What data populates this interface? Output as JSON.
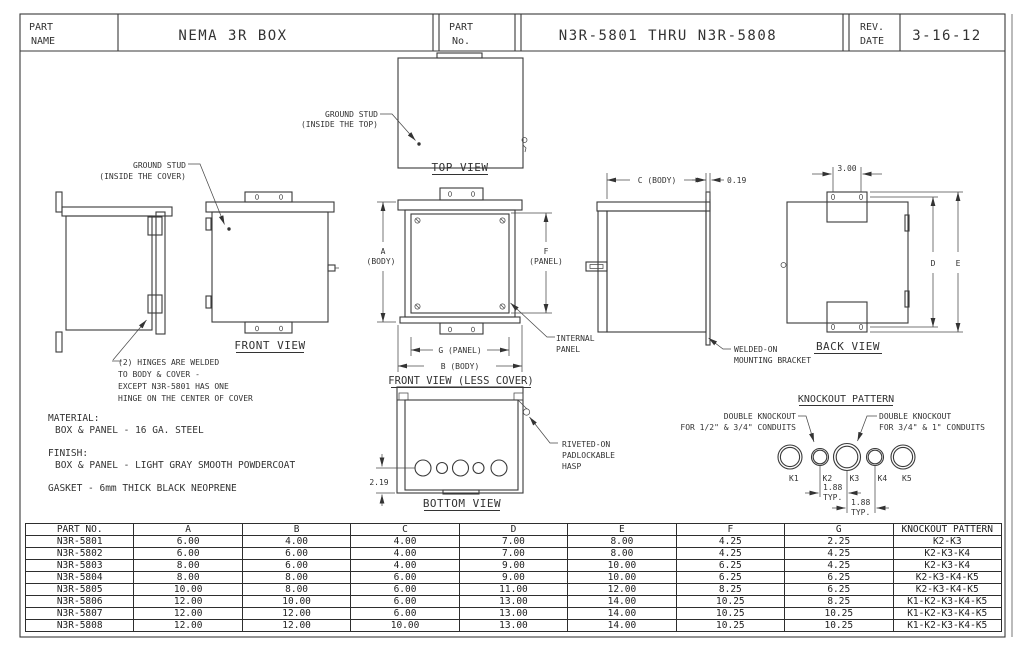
{
  "title_block": {
    "part_name_label": [
      "PART",
      "NAME"
    ],
    "part_name": "NEMA 3R BOX",
    "part_no_label": [
      "PART",
      "No."
    ],
    "part_no": "N3R-5801   THRU   N3R-5808",
    "rev_date_label": [
      "REV.",
      "DATE"
    ],
    "rev_date": "3-16-12"
  },
  "notes": {
    "material_title": "MATERIAL:",
    "material_body": "BOX & PANEL - 16 GA. STEEL",
    "finish_title": "FINISH:",
    "finish_body": "BOX & PANEL - LIGHT GRAY SMOOTH POWDERCOAT",
    "gasket": "GASKET - 6mm THICK BLACK NEOPRENE"
  },
  "views": {
    "top": {
      "label": "TOP VIEW",
      "ground_stud": [
        "GROUND STUD",
        "(INSIDE THE TOP)"
      ]
    },
    "front": {
      "label": "FRONT VIEW",
      "ground_stud": [
        "GROUND STUD",
        "(INSIDE THE COVER)"
      ],
      "hinge_note": [
        "(2) HINGES ARE WELDED",
        "TO BODY & COVER -",
        "EXCEPT N3R-5801 HAS ONE",
        "HINGE ON THE CENTER OF COVER"
      ]
    },
    "front_less_cover": {
      "label": "FRONT VIEW (LESS COVER)",
      "dim_a": [
        "A",
        "(BODY)"
      ],
      "dim_f": [
        "F",
        "(PANEL)"
      ],
      "dim_g": "G  (PANEL)",
      "dim_b": "B  (BODY)",
      "internal_panel": [
        "INTERNAL",
        "PANEL"
      ]
    },
    "side": {
      "dim_c": "C  (BODY)",
      "dim_thk": "0.19",
      "bracket_note": [
        "WELDED-ON",
        "MOUNTING BRACKET"
      ]
    },
    "back": {
      "label": "BACK VIEW",
      "dim_span": "3.00",
      "dim_d": "D",
      "dim_e": "E"
    },
    "bottom": {
      "label": "BOTTOM VIEW",
      "dim_219": "2.19",
      "hasp_note": [
        "RIVETED-ON",
        "PADLOCKABLE",
        "HASP"
      ]
    },
    "knockout": {
      "title": "KNOCKOUT PATTERN",
      "left_note": [
        "DOUBLE KNOCKOUT",
        "FOR 1/2\" & 3/4\" CONDUITS"
      ],
      "right_note": [
        "DOUBLE KNOCKOUT",
        "FOR 3/4\" & 1\" CONDUITS"
      ],
      "labels": [
        "K1",
        "K2",
        "K3",
        "K4",
        "K5"
      ],
      "spacing": "1.88",
      "typ": "TYP."
    }
  },
  "table": {
    "headers": [
      "PART NO.",
      "A",
      "B",
      "C",
      "D",
      "E",
      "F",
      "G",
      "KNOCKOUT PATTERN"
    ],
    "rows": [
      [
        "N3R-5801",
        "6.00",
        "4.00",
        "4.00",
        "7.00",
        "8.00",
        "4.25",
        "2.25",
        "K2-K3"
      ],
      [
        "N3R-5802",
        "6.00",
        "6.00",
        "4.00",
        "7.00",
        "8.00",
        "4.25",
        "4.25",
        "K2-K3-K4"
      ],
      [
        "N3R-5803",
        "8.00",
        "6.00",
        "4.00",
        "9.00",
        "10.00",
        "6.25",
        "4.25",
        "K2-K3-K4"
      ],
      [
        "N3R-5804",
        "8.00",
        "8.00",
        "6.00",
        "9.00",
        "10.00",
        "6.25",
        "6.25",
        "K2-K3-K4-K5"
      ],
      [
        "N3R-5805",
        "10.00",
        "8.00",
        "6.00",
        "11.00",
        "12.00",
        "8.25",
        "6.25",
        "K2-K3-K4-K5"
      ],
      [
        "N3R-5806",
        "12.00",
        "10.00",
        "6.00",
        "13.00",
        "14.00",
        "10.25",
        "8.25",
        "K1-K2-K3-K4-K5"
      ],
      [
        "N3R-5807",
        "12.00",
        "12.00",
        "6.00",
        "13.00",
        "14.00",
        "10.25",
        "10.25",
        "K1-K2-K3-K4-K5"
      ],
      [
        "N3R-5808",
        "12.00",
        "12.00",
        "10.00",
        "13.00",
        "14.00",
        "10.25",
        "10.25",
        "K1-K2-K3-K4-K5"
      ]
    ]
  }
}
